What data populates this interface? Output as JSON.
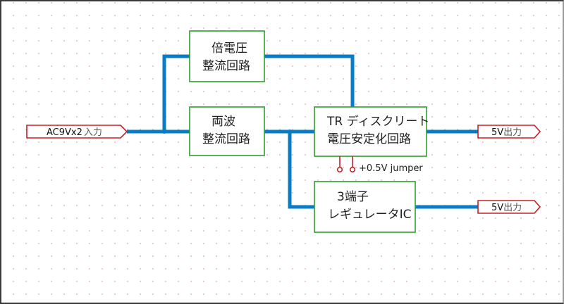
{
  "diagram": {
    "title": "",
    "input_label": {
      "text_en": "AC9Vx2",
      "text_jp": "入力"
    },
    "blocks": [
      {
        "id": "voltage-doubler",
        "line1": "倍電圧",
        "line2": "整流回路"
      },
      {
        "id": "full-wave",
        "line1": "両波",
        "line2": "整流回路"
      },
      {
        "id": "tr-discrete",
        "line1": "TR ディスクリート",
        "line2": "電圧安定化回路"
      },
      {
        "id": "three-terminal",
        "line1": "3端子",
        "line2": "レギュレータIC"
      }
    ],
    "jumper_label": "+0.5V jumper",
    "output_labels": [
      {
        "text_en": "5V",
        "text_jp": "出力"
      },
      {
        "text_en": "5V",
        "text_jp": "出力"
      }
    ],
    "connections": [
      {
        "from": "input",
        "to": "voltage-doubler"
      },
      {
        "from": "input",
        "to": "full-wave"
      },
      {
        "from": "voltage-doubler",
        "to": "tr-discrete"
      },
      {
        "from": "full-wave",
        "to": "tr-discrete"
      },
      {
        "from": "full-wave",
        "to": "three-terminal"
      },
      {
        "from": "tr-discrete",
        "to": "output-1"
      },
      {
        "from": "three-terminal",
        "to": "output-2"
      }
    ],
    "colors": {
      "wire": "#0a7cc4",
      "block_border": "#2e9e2e",
      "label_border": "#c8202a",
      "grid_dot": "#f2c2c8"
    }
  }
}
